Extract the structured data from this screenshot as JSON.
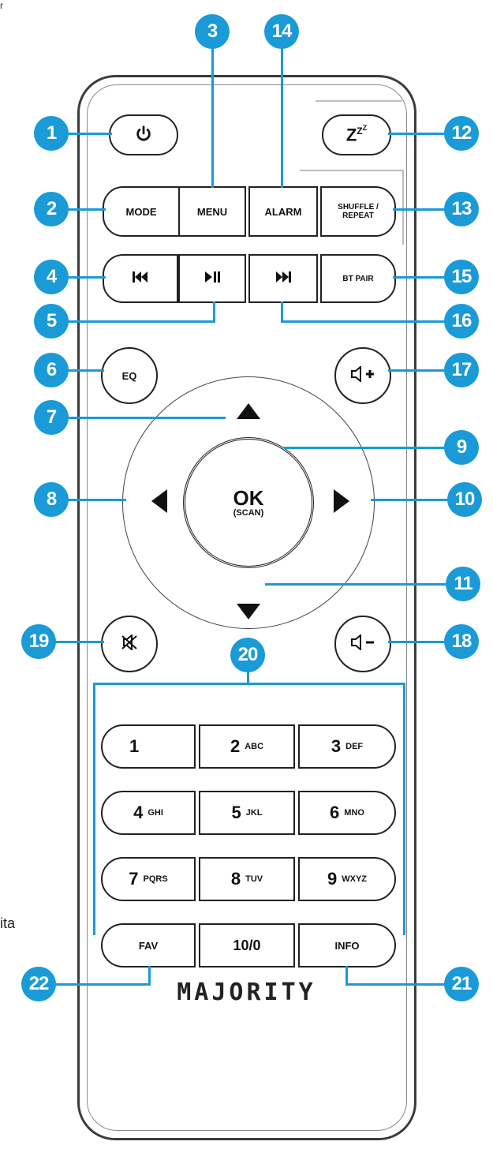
{
  "brand": "MAJORITY",
  "side_text": "ita",
  "corner_mark": "r",
  "colors": {
    "callout": "#1a9ad6",
    "outline": "#222222"
  },
  "icons": {
    "power": "power-icon",
    "snooze": "zzz",
    "prev": "skip-previous-icon",
    "play_pause": "play-pause-icon",
    "next": "skip-next-icon",
    "vol_up": "volume-up-icon",
    "vol_down": "volume-down-icon",
    "mute": "mute-icon"
  },
  "buttons": {
    "mode": "MODE",
    "menu": "MENU",
    "alarm": "ALARM",
    "shuffle_1": "SHUFFLE /",
    "shuffle_2": "REPEAT",
    "bt_pair": "BT PAIR",
    "eq": "EQ",
    "ok": "OK",
    "scan": "(SCAN)",
    "fav": "FAV",
    "ten": "10/0",
    "info": "INFO"
  },
  "keypad": [
    {
      "digit": "1",
      "letters": ""
    },
    {
      "digit": "2",
      "letters": "ABC"
    },
    {
      "digit": "3",
      "letters": "DEF"
    },
    {
      "digit": "4",
      "letters": "GHI"
    },
    {
      "digit": "5",
      "letters": "JKL"
    },
    {
      "digit": "6",
      "letters": "MNO"
    },
    {
      "digit": "7",
      "letters": "PQRS"
    },
    {
      "digit": "8",
      "letters": "TUV"
    },
    {
      "digit": "9",
      "letters": "WXYZ"
    }
  ],
  "callouts": [
    "1",
    "2",
    "3",
    "4",
    "5",
    "6",
    "7",
    "8",
    "9",
    "10",
    "11",
    "12",
    "13",
    "14",
    "15",
    "16",
    "17",
    "18",
    "19",
    "20",
    "21",
    "22"
  ]
}
